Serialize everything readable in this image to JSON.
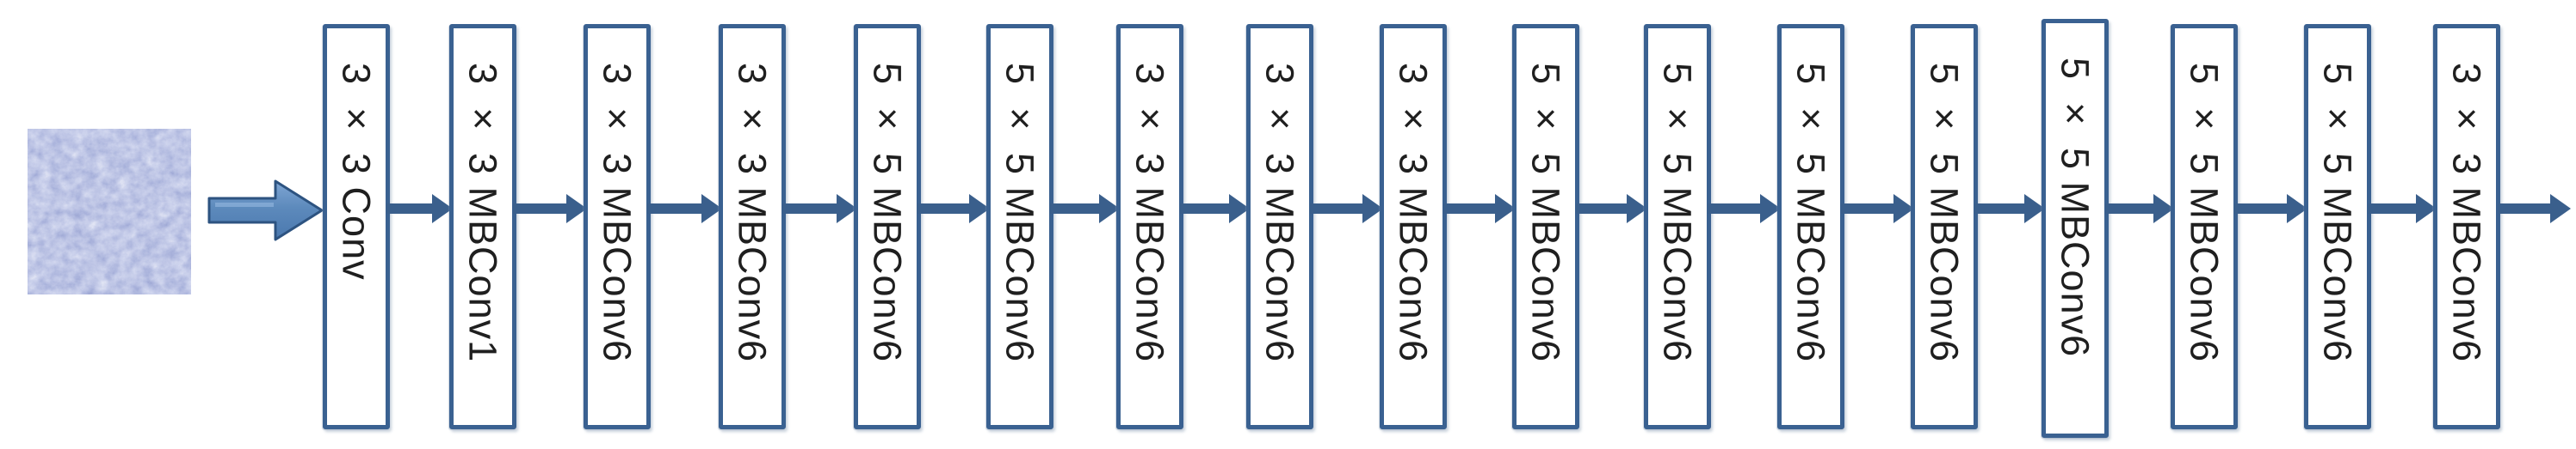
{
  "diagram": {
    "kind": "cnn-architecture-pipeline",
    "input": {
      "icon": "tissue-texture-image",
      "description": "blue stained tissue patch"
    },
    "blocks": [
      {
        "label": "3 × 3 Conv"
      },
      {
        "label": "3 × 3 MBConv1"
      },
      {
        "label": "3 × 3 MBConv6"
      },
      {
        "label": "3 × 3 MBConv6"
      },
      {
        "label": "5 × 5 MBConv6"
      },
      {
        "label": "5 × 5 MBConv6"
      },
      {
        "label": "3 × 3 MBConv6"
      },
      {
        "label": "3 × 3 MBConv6"
      },
      {
        "label": "3 × 3 MBConv6"
      },
      {
        "label": "5 × 5 MBConv6"
      },
      {
        "label": "5 × 5 MBConv6"
      },
      {
        "label": "5 × 5 MBConv6"
      },
      {
        "label": "5 × 5 MBConv6"
      },
      {
        "label": "5 × 5 MBConv6"
      },
      {
        "label": "5 × 5 MBConv6"
      },
      {
        "label": "5 × 5 MBConv6"
      },
      {
        "label": "3 × 3 MBConv6"
      }
    ],
    "icons": {
      "input_arrow": "right-arrow",
      "flow_arrow": "right-arrow",
      "output_arrow": "right-arrow"
    },
    "colors": {
      "box_border": "#3a6191",
      "box_fill": "#ffffff",
      "label_text": "#1f1f1f",
      "small_arrow": "#3a5f8c",
      "big_arrow_fill_top": "#7fa6d4",
      "big_arrow_fill_bottom": "#4a78ae",
      "big_arrow_outline": "#2d5380",
      "background": "#ffffff"
    }
  }
}
